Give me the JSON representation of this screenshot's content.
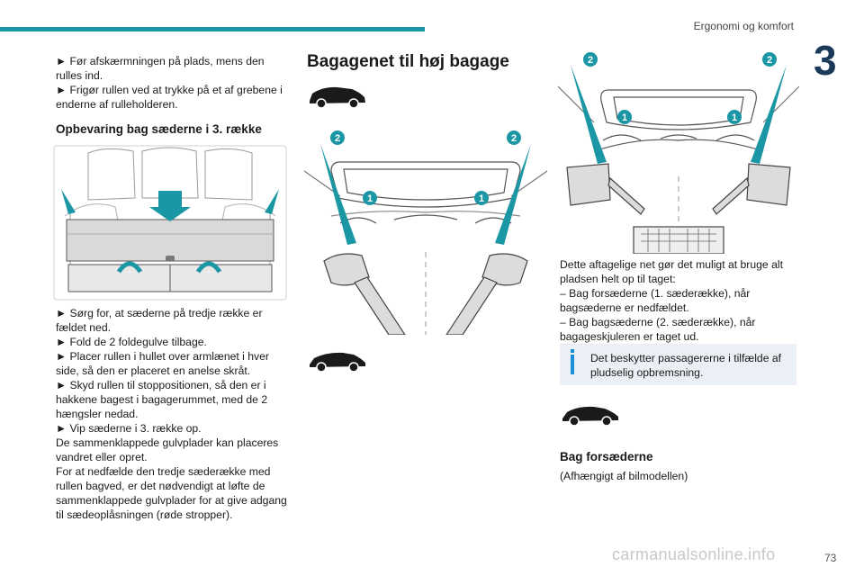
{
  "header": {
    "section_title": "Ergonomi og komfort",
    "chapter_number": "3"
  },
  "left_column": {
    "intro_lines": [
      "► Før afskærmningen på plads, mens den",
      "rulles ind.",
      "► Frigør rullen ved at trykke på et af grebene i",
      "enderne af rulleholderen."
    ],
    "heading": "Opbevaring bag sæderne i 3. række",
    "steps": [
      "► Sørg for, at sæderne på tredje række er",
      "fældet ned.",
      "► Fold de 2 foldegulve tilbage.",
      "► Placer rullen i hullet over armlænet i hver",
      "side, så den er placeret en anelse skråt.",
      "► Skyd rullen til stoppositionen, så den er i",
      "hakkene bagest i bagagerummet, med de 2",
      "hængsler nedad.",
      "► Vip sæderne i 3. række op.",
      "De sammenklappede gulvplader kan placeres",
      "vandret eller opret.",
      "For at nedfælde den tredje sæderække med",
      "rullen bagved, er det nødvendigt at løfte de",
      "sammenklappede gulvplader for at give adgang",
      "til sædeoplåsningen (røde stropper)."
    ]
  },
  "middle_column": {
    "heading": "Bagagenet til høj bagage",
    "callouts": [
      "1",
      "1",
      "2",
      "2"
    ]
  },
  "right_column": {
    "callouts": [
      "1",
      "1",
      "2",
      "2"
    ],
    "body_lines": [
      "Dette aftagelige net gør det muligt at bruge alt",
      "pladsen helt op til taget:",
      "– Bag forsæderne (1. sæderække), når",
      "bagsæderne er nedfældet.",
      "– Bag bagsæderne (2. sæderække), når",
      "bagageskjuleren er taget ud."
    ],
    "info_lines": [
      "Det beskytter passagererne i tilfælde af",
      "pludselig opbremsning."
    ],
    "subheading": "Bag forsæderne",
    "note": "(Afhængigt af bilmodellen)"
  },
  "colors": {
    "accent": "#1b96a4",
    "info_bar": "#1b8fd6",
    "info_bg": "#eaf0f5",
    "chapter": "#1b3a5a"
  },
  "footer": {
    "page_number": "73",
    "watermark": "carmanualsonline.info"
  }
}
